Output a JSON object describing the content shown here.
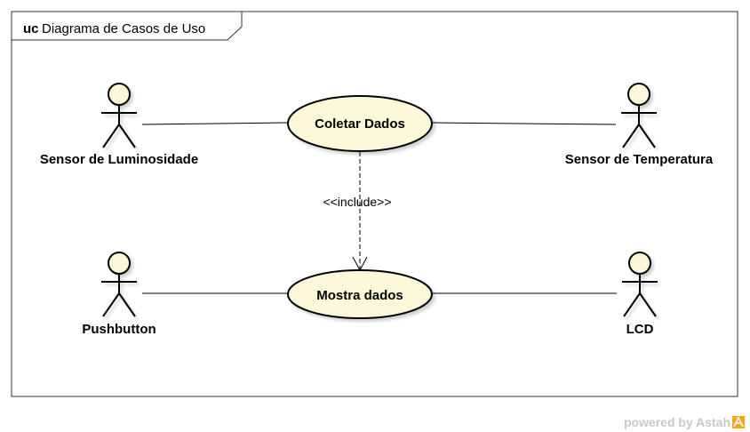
{
  "frame": {
    "keyword": "uc",
    "title": "Diagrama de Casos de Uso"
  },
  "actors": [
    {
      "id": "a1",
      "name": "Sensor de Luminosidade"
    },
    {
      "id": "a2",
      "name": "Sensor de Temperatura"
    },
    {
      "id": "a3",
      "name": "Pushbutton"
    },
    {
      "id": "a4",
      "name": "LCD"
    }
  ],
  "use_cases": [
    {
      "id": "u1",
      "label": "Coletar Dados"
    },
    {
      "id": "u2",
      "label": "Mostra dados"
    }
  ],
  "relations": [
    {
      "type": "include",
      "label": "<<include>>",
      "from": "u1",
      "to": "u2"
    }
  ],
  "colors": {
    "use_case_fill": "#fcf8d9",
    "line": "#000000",
    "watermark": "#c8c8c8",
    "logo_accent": "#f5a623"
  },
  "watermark": {
    "text": "powered by Astah",
    "icon": "astah-logo-icon"
  }
}
